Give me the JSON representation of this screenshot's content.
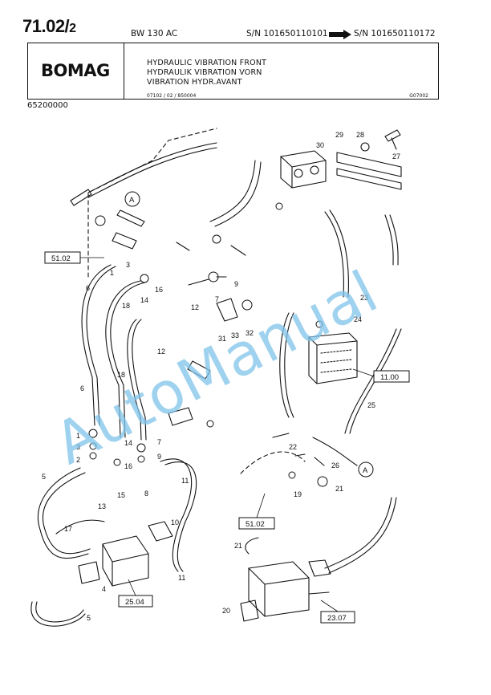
{
  "header": {
    "page_number": "71.02/",
    "page_number_sub": "2",
    "model": "BW 130 AC",
    "serial_from": "S/N 101650110101",
    "serial_to": "S/N 101650110172",
    "brand": "BOMAG",
    "titles": {
      "en": "HYDRAULIC VIBRATION FRONT",
      "de": "HYDRAULIK VIBRATION VORN",
      "fr": "VIBRATION HYDR.AVANT"
    },
    "doc_code": "07102 / 02 / 850004",
    "figure_code": "G07002",
    "part_group": "65200000"
  },
  "diagram": {
    "section_refs": [
      "51.02",
      "11.00",
      "51.02",
      "25.04",
      "23.07"
    ],
    "detail_marker": "A",
    "callouts": [
      "1",
      "2",
      "3",
      "4",
      "5",
      "6",
      "7",
      "8",
      "9",
      "10",
      "11",
      "12",
      "13",
      "14",
      "15",
      "16",
      "17",
      "18",
      "19",
      "20",
      "21",
      "22",
      "23",
      "24",
      "25",
      "26",
      "27",
      "28",
      "29",
      "30",
      "31",
      "32",
      "33"
    ]
  },
  "watermark": "AutoManual",
  "colors": {
    "ink": "#111111",
    "watermark": "#7fc4ea"
  }
}
